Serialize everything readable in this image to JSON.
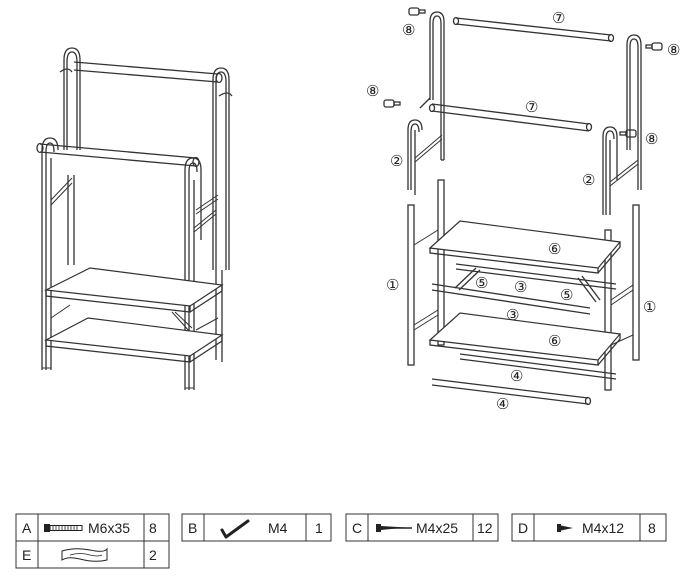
{
  "callouts": {
    "c1": "①",
    "c2": "②",
    "c3": "③",
    "c4": "④",
    "c5": "⑤",
    "c6": "⑥",
    "c7": "⑦",
    "c8": "⑧"
  },
  "hardware": [
    {
      "letter": "A",
      "icon": "bolt-icon",
      "size": "M6x35",
      "qty": "8"
    },
    {
      "letter": "B",
      "icon": "allen-key-icon",
      "size": "M4",
      "qty": "1"
    },
    {
      "letter": "C",
      "icon": "long-screw-icon",
      "size": "M4x25",
      "qty": "12"
    },
    {
      "letter": "D",
      "icon": "short-screw-icon",
      "size": "M4x12",
      "qty": "8"
    },
    {
      "letter": "E",
      "icon": "spanner-icon",
      "size": "",
      "qty": "2"
    }
  ]
}
